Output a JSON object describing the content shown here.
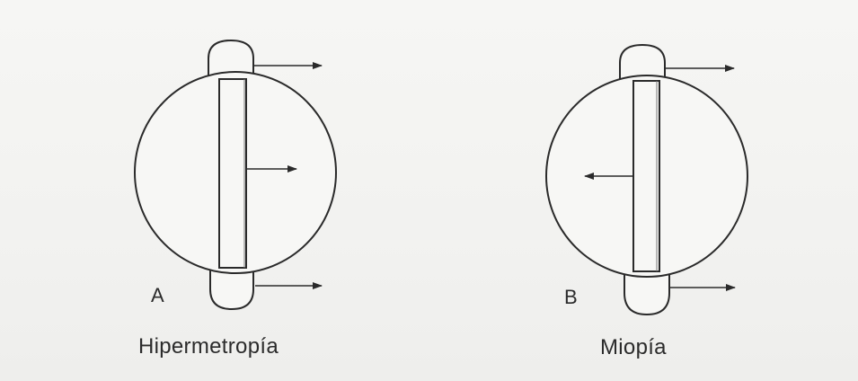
{
  "diagram": {
    "panels": [
      {
        "id": "A",
        "letter": "A",
        "caption": "Hipermetropía",
        "center_arrow_direction": "right",
        "top_arrow_direction": "right",
        "bottom_arrow_direction": "right"
      },
      {
        "id": "B",
        "letter": "B",
        "caption": "Miopía",
        "center_arrow_direction": "left",
        "top_arrow_direction": "right",
        "bottom_arrow_direction": "right"
      }
    ],
    "colors": {
      "stroke": "#2a2a2a",
      "fill": "#f7f7f5",
      "background": "#f4f4f2"
    }
  }
}
